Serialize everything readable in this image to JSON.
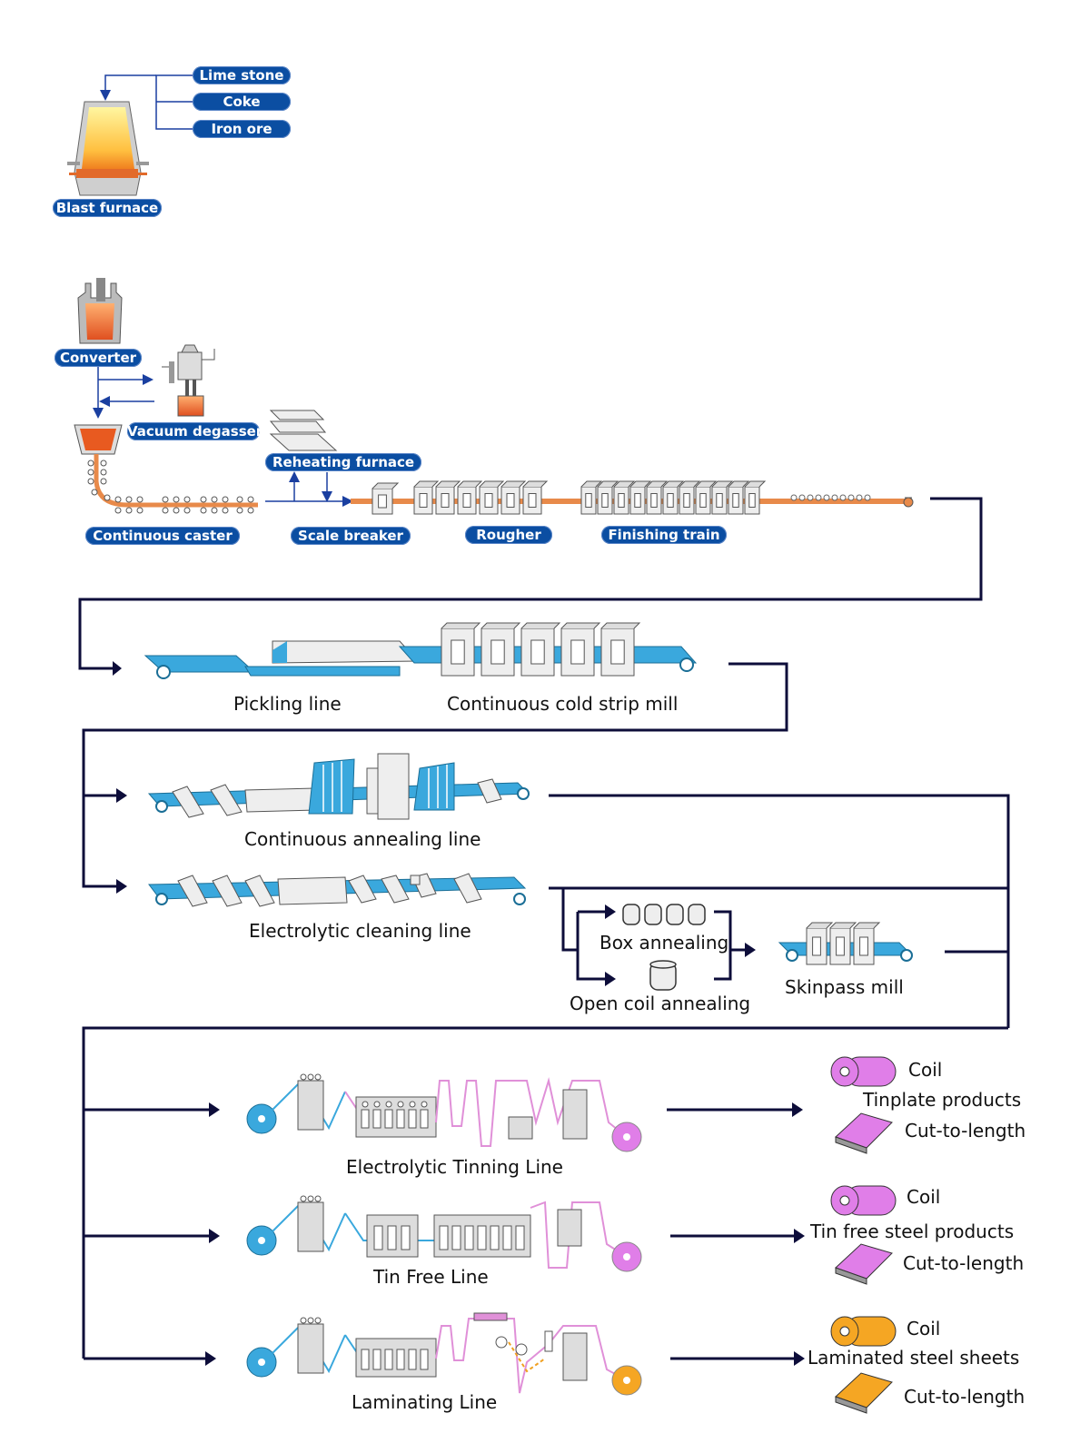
{
  "inputs": [
    "Lime stone",
    "Coke",
    "Iron ore"
  ],
  "equipment_pills": {
    "blast_furnace": "Blast furnace",
    "converter": "Converter",
    "vacuum_degasser": "Vacuum degasser",
    "reheating_furnace": "Reheating furnace",
    "continuous_caster": "Continuous caster",
    "scale_breaker": "Scale breaker",
    "rougher": "Rougher",
    "finishing_train": "Finishing train"
  },
  "cold_process": {
    "pickling_line": "Pickling line",
    "cold_strip_mill": "Continuous cold strip mill",
    "continuous_annealing": "Continuous annealing line",
    "electrolytic_cleaning": "Electrolytic cleaning line",
    "box_annealing": "Box annealing",
    "open_coil_annealing": "Open coil annealing",
    "skinpass_mill": "Skinpass mill"
  },
  "finishing_lines": [
    {
      "line": "Electrolytic Tinning Line",
      "product": "Tinplate products",
      "coil": "Coil",
      "sheet": "Cut-to-length",
      "coil_color": "#e07ee8"
    },
    {
      "line": "Tin Free Line",
      "product": "Tin free steel products",
      "coil": "Coil",
      "sheet": "Cut-to-length",
      "coil_color": "#e07ee8"
    },
    {
      "line": "Laminating Line",
      "product": "Laminated steel sheets",
      "coil": "Coil",
      "sheet": "Cut-to-length",
      "coil_color": "#f5a623"
    }
  ],
  "colors": {
    "pill": "#0b4ea2",
    "machine_blue": "#3aa8dd",
    "hot_strip": "#e88a4a",
    "flow_line": "#0d0d3a",
    "strip_pink": "#e090d8",
    "strip_orange": "#f0a020"
  }
}
